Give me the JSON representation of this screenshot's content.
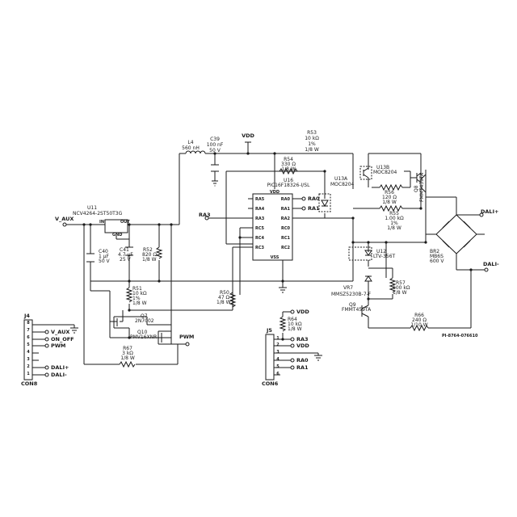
{
  "figure_id": "PI-8764-076610",
  "nets": {
    "vdd": "VDD",
    "v_aux": "V_AUX",
    "ra3": "RA3",
    "pwm": "PWM",
    "dali_pos": "DALI+",
    "dali_neg": "DALI-",
    "ra0": "RA0",
    "ra1": "RA1"
  },
  "components": {
    "l4": {
      "ref": "L4",
      "value": "560 nH"
    },
    "c39": {
      "ref": "C39",
      "value": "100 nF",
      "rating": "50 V"
    },
    "r53": {
      "ref": "R53",
      "value": "10 kΩ",
      "tol": "1%",
      "power": "1/8 W"
    },
    "r54": {
      "ref": "R54",
      "value": "330 Ω",
      "power": "1/8 W"
    },
    "u16": {
      "ref": "U16",
      "part": "PIC16F18326-I/SL"
    },
    "u13a": {
      "ref": "U13A",
      "part": "MOC8204"
    },
    "u13b": {
      "ref": "U13B",
      "part": "MOC8204"
    },
    "q8": {
      "ref": "Q8",
      "part": "FMMT459TA"
    },
    "r56": {
      "ref": "R56",
      "value": "120 Ω",
      "power": "1/8 W"
    },
    "r55": {
      "ref": "R55",
      "value": "1.00 kΩ",
      "tol": "1%",
      "power": "1/8 W"
    },
    "br2": {
      "ref": "BR2",
      "part": "MB6S",
      "rating": "600 V"
    },
    "u11": {
      "ref": "U11",
      "part": "NCV4264-2ST50T3G"
    },
    "c40": {
      "ref": "C40",
      "value": "1 µF",
      "rating": "50 V"
    },
    "c41": {
      "ref": "C41",
      "value": "4.7 µF",
      "rating": "25 V"
    },
    "r52": {
      "ref": "R52",
      "value": "820 Ω",
      "power": "1/8 W"
    },
    "r51": {
      "ref": "R51",
      "value": "10 kΩ",
      "tol": "1%",
      "power": "1/8 W"
    },
    "q7": {
      "ref": "Q7",
      "part": "2N7002"
    },
    "q10": {
      "ref": "Q10",
      "part": "PMV16XNR"
    },
    "r67": {
      "ref": "R67",
      "value": "3 kΩ",
      "power": "1/8 W"
    },
    "r50": {
      "ref": "R50",
      "value": "47 Ω",
      "power": "1/8 W"
    },
    "u12": {
      "ref": "U12",
      "part": "LTV-356T"
    },
    "r57": {
      "ref": "R57",
      "value": "100 kΩ",
      "power": "1/8 W"
    },
    "vr7": {
      "ref": "VR7",
      "part": "MMSZ5230B-7-F"
    },
    "q9": {
      "ref": "Q9",
      "part": "FMMT459TA"
    },
    "r66": {
      "ref": "R66",
      "value": "240 Ω",
      "power": "1/10 W"
    },
    "r64": {
      "ref": "R64",
      "value": "10 kΩ",
      "power": "1/8 W"
    }
  },
  "u16_pins": {
    "vdd": "VDD",
    "vss": "VSS",
    "ra5": "RA5",
    "ra4": "RA4",
    "ra3": "RA3",
    "rc5": "RC5",
    "rc4": "RC4",
    "rc3": "RC3",
    "ra0": "RA0",
    "ra1": "RA1",
    "ra2": "RA2",
    "rc0": "RC0",
    "rc1": "RC1",
    "rc2": "RC2"
  },
  "u11_pins": {
    "in": "IN",
    "out": "OUT",
    "gnd": "GND"
  },
  "j4": {
    "ref": "J4",
    "name": "CON8",
    "pins": [
      "8",
      "7",
      "6",
      "5",
      "4",
      "3",
      "2",
      "1"
    ],
    "labels": {
      "p7": "V_AUX",
      "p6": "ON_OFF",
      "p5": "PWM",
      "p2": "DALI+",
      "p1": "DALI-"
    }
  },
  "j5": {
    "ref": "J5",
    "name": "CON6",
    "pins": [
      "1",
      "2",
      "3",
      "4",
      "5",
      "6"
    ],
    "labels": {
      "p1": "RA3",
      "p2": "VDD",
      "p4": "RA0",
      "p5": "RA1"
    }
  }
}
